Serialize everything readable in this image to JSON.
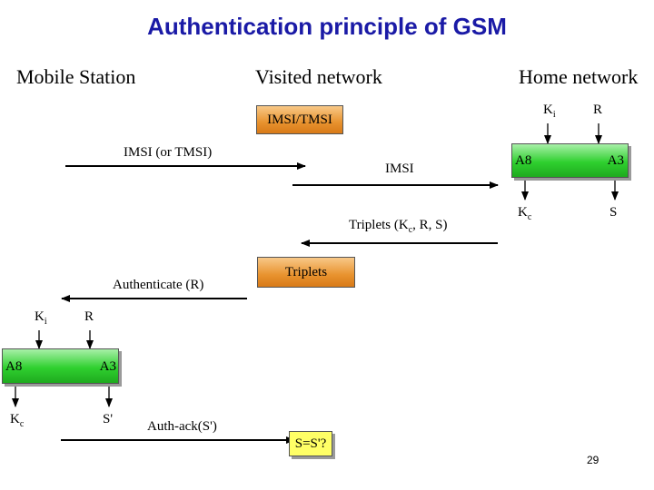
{
  "title": "Authentication principle of GSM",
  "columns": {
    "mobile_station": "Mobile Station",
    "visited_network": "Visited network",
    "home_network": "Home network"
  },
  "messages": {
    "imsi_tmsi_box": "IMSI/TMSI",
    "imsi_or_tmsi": "IMSI (or TMSI)",
    "imsi": "IMSI",
    "triplets_main": "Triplets (K",
    "triplets_sub": "c",
    "triplets_tail": ", R, S)",
    "triplets_box": "Triplets",
    "authenticate": "Authenticate (R)",
    "auth_ack": "Auth-ack(S')",
    "compare": "S=S'?"
  },
  "home_auc": {
    "ki_main": "K",
    "ki_sub": "i",
    "r": "R",
    "a8": "A8",
    "a3": "A3",
    "kc_main": "K",
    "kc_sub": "c",
    "s": "S"
  },
  "sim": {
    "ki_main": "K",
    "ki_sub": "i",
    "r": "R",
    "a8": "A8",
    "a3": "A3",
    "kc_main": "K",
    "kc_sub": "c",
    "s_prime": "S'"
  },
  "page_number": "29",
  "colors": {
    "title": "#1a1aa6",
    "algorithm_block": "#2fd02f",
    "database_box": "#e8922e",
    "compare_box": "#ffff66"
  }
}
